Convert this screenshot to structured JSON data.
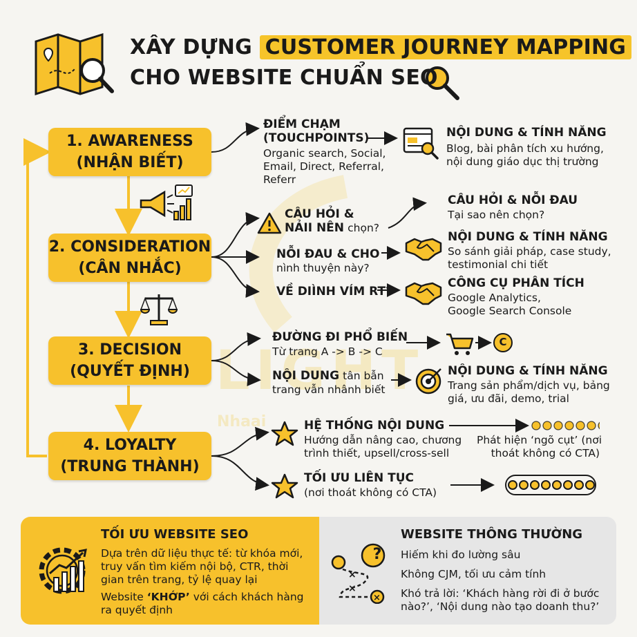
{
  "title": {
    "line1_prefix": "XÂY DỰNG",
    "line1_highlight": "CUSTOMER JOURNEY MAPPING",
    "line2": "CHO WEBSITE CHUẨN SEO"
  },
  "watermark": {
    "big": "LIGHT",
    "small": "Nhaai"
  },
  "stages": [
    {
      "line1": "1. AWARENESS",
      "line2": "(NHẬN BIẾT)"
    },
    {
      "line1": "2. CONSIDERATION",
      "line2": "(CÂN NHẮC)"
    },
    {
      "line1": "3. DECISION",
      "line2": "(QUYẾT ĐỊNH)"
    },
    {
      "line1": "4. LOYALTY",
      "line2": "(TRUNG THÀNH)"
    }
  ],
  "awareness": {
    "touch_h1": "ĐIỂM CHẠM",
    "touch_h2": "(TOUCHPOINTS)",
    "touch_t1": "Organic search, Social,",
    "touch_t2": "Email, Direct, Referral,",
    "touch_t3": "Referr",
    "content_h": "NỘI DUNG & TÍNH NĂNG",
    "content_t1": "Blog, bài phân tích xu hướng,",
    "content_t2": "nội dung giáo dục thị trường"
  },
  "consideration": {
    "q_h1": "CÂU HỎI &",
    "q_h2": "NẢII NÊN",
    "q_t": "chọn?",
    "pain_h": "NỖI ĐAU & CHO",
    "pain_t": "nình thuyện này?",
    "about_h": "VỀ DIÌNH VÍM RT?",
    "r1_h": "CÂU HỎI & NỖI ĐAU",
    "r1_t": "Tại sao nên chọn?",
    "r2_h": "NỘI DUNG & TÍNH NĂNG",
    "r2_t1": "So sánh giải pháp, case study,",
    "r2_t2": "testimonial chi tiết",
    "r3_h": "CÔNG CỤ PHÂN TÍCH",
    "r3_t1": "Google Analytics,",
    "r3_t2": "Google Search Console"
  },
  "decision": {
    "path_h": "ĐƯỜNG ĐI PHỔ BIẾN",
    "path_t": "Từ trang A -> B -> C",
    "coin": "C",
    "nd_h": "NỘI DUNG",
    "nd_h_rest": "tân bẫn",
    "nd_t": "trang vẫn nhânh biết",
    "r_h": "NỘI DUNG & TÍNH NĂNG",
    "r_t1": "Trang sản phẩm/dịch vụ, bảng",
    "r_t2": "giá, ưu đãi, demo, trial"
  },
  "loyalty": {
    "sys_h": "HỆ THỐNG NỘI DUNG",
    "sys_t1": "Hướng dẫn nâng cao, chương",
    "sys_t2": "trình thiết, upsell/cross-sell",
    "dead_t1": "Phát hiện ‘ngõ cụt’ (nơi",
    "dead_t2": "thoát không có CTA)",
    "opt_h": "TỐI ƯU LIÊN TỤC",
    "opt_t": "(nơi thoát không có CTA)"
  },
  "footer": {
    "seo_h": "TỐI ƯU WEBSITE SEO",
    "seo_t1": "Dựa trên dữ liệu thực tế: từ khóa mới,",
    "seo_t2": "truy vấn tìm kiếm nội bộ, CTR, thời",
    "seo_t3": "gian trên trang, tỷ lệ quay lại",
    "seo_t4_a": "Website ",
    "seo_t4_b": "‘KHỚP’",
    "seo_t4_c": " với cách khách hàng",
    "seo_t5": "ra quyết định",
    "normal_h": "WEBSITE THÔNG THƯỜNG",
    "normal_t1": "Hiếm khi đo lường sâu",
    "normal_t2": "Không CJM, tối ưu cảm tính",
    "normal_t3": "Khó trả lời: ‘Khách hàng rời đi ở bước",
    "normal_t4": "nào?’, ‘Nội dung nào tạo doanh thu?’",
    "q_mark": "?"
  },
  "colors": {
    "accent": "#f7c12c",
    "background": "#f6f5f1",
    "footer_gray": "#e6e6e6"
  }
}
